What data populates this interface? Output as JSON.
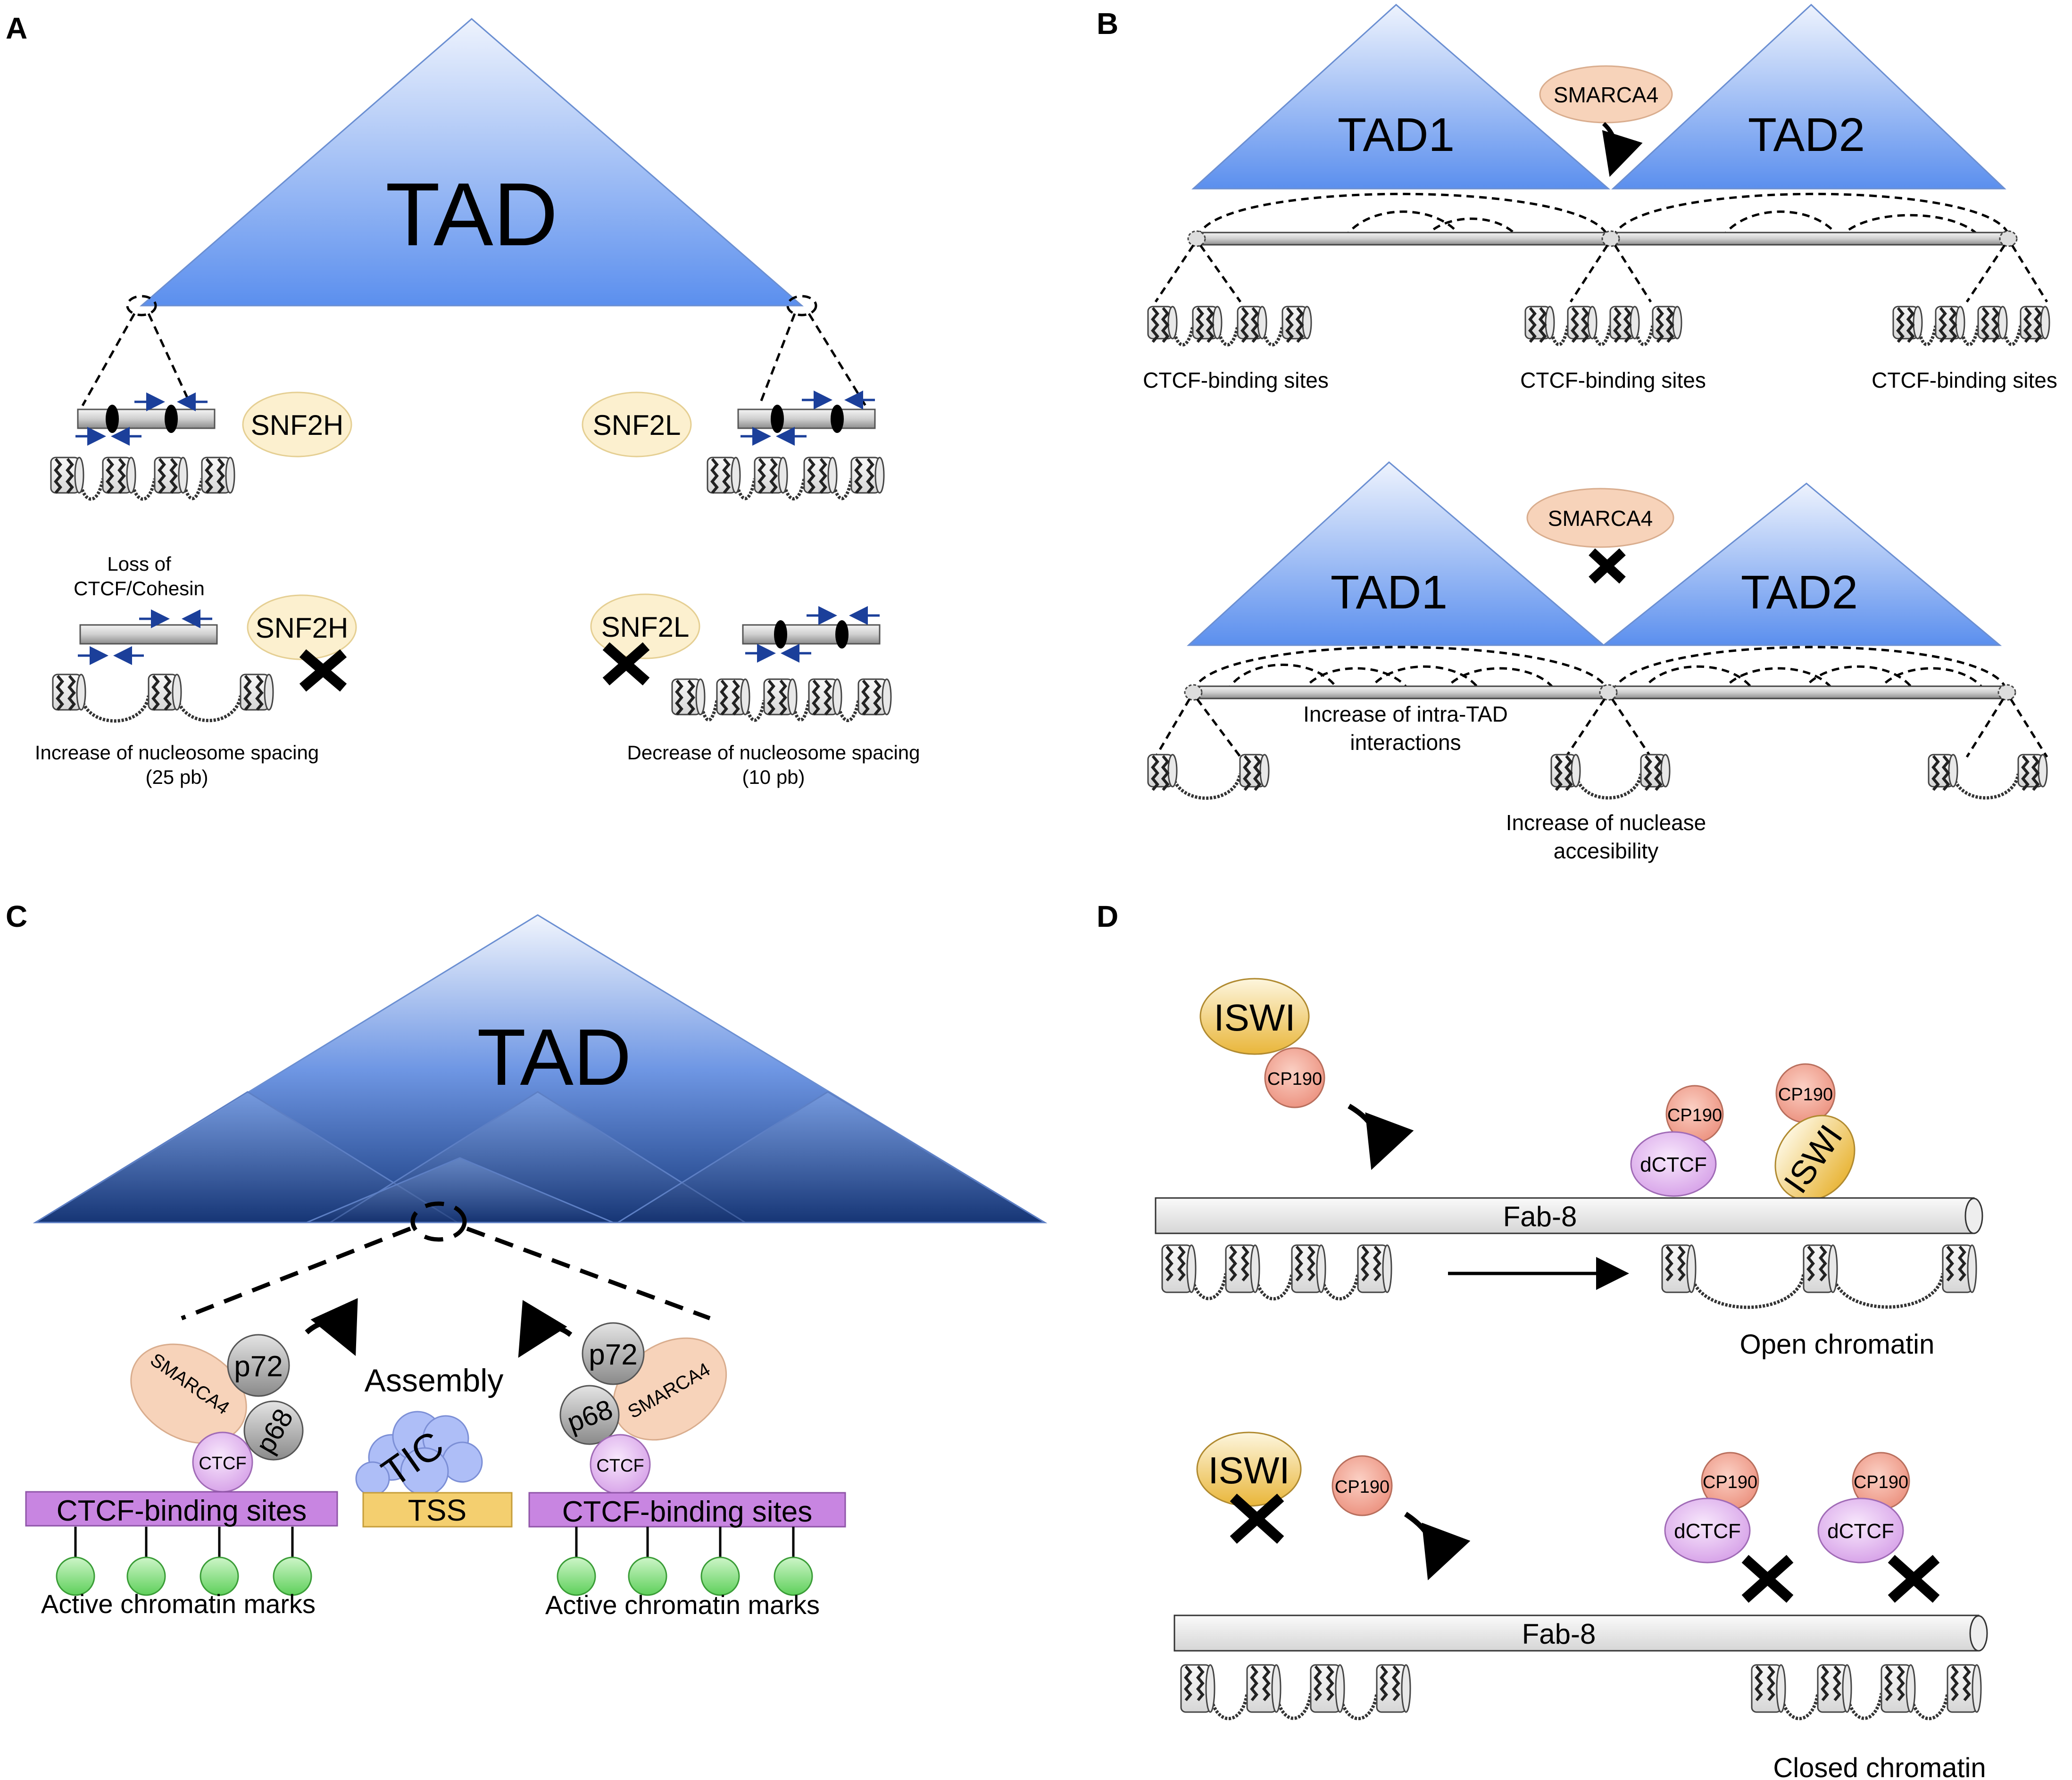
{
  "panels": {
    "a": {
      "label": "A",
      "tad": "TAD",
      "snf2h": "SNF2H",
      "snf2l": "SNF2L",
      "loss_line1": "Loss of",
      "loss_line2": "CTCF/Cohesin",
      "increase_line1": "Increase of nucleosome spacing",
      "increase_line2": "(25 pb)",
      "decrease_line1": "Decrease of nucleosome spacing",
      "decrease_line2": "(10 pb)"
    },
    "b": {
      "label": "B",
      "tad1": "TAD1",
      "tad2": "TAD2",
      "smarca4": "SMARCA4",
      "ctcf_sites": "CTCF-binding sites",
      "intra_line1": "Increase of intra-TAD",
      "intra_line2": "interactions",
      "nuclease_line1": "Increase of nuclease",
      "nuclease_line2": "accesibility"
    },
    "c": {
      "label": "C",
      "tad": "TAD",
      "smarca4": "SMARCA4",
      "p72": "p72",
      "p68": "p68",
      "ctcf": "CTCF",
      "assembly": "Assembly",
      "tic": "TIC",
      "tss": "TSS",
      "ctcf_sites": "CTCF-binding sites",
      "active_marks": "Active chromatin marks"
    },
    "d": {
      "label": "D",
      "iswi": "ISWI",
      "cp190": "CP190",
      "dctcf": "dCTCF",
      "fab8": "Fab-8",
      "open": "Open chromatin",
      "closed": "Closed chromatin"
    }
  },
  "colors": {
    "tad_light": "#dbe7fb",
    "tad_dark": "#5b8fee",
    "tad_navy": "#1c3a78",
    "snf_fill": "#fcf0cf",
    "snf_stroke": "#e5cf93",
    "smarca4_fill": "#f7d3ba",
    "cp190_fill": "#f19f8c",
    "dctcf_fill": "#e3b6ef",
    "iswi_fill": "#efc55a",
    "ctcf_bar_fill": "#c885e1",
    "tss_fill": "#f4cf6f",
    "mark_fill": "#8ee08c",
    "arrow_blue": "#1b3f9a"
  }
}
